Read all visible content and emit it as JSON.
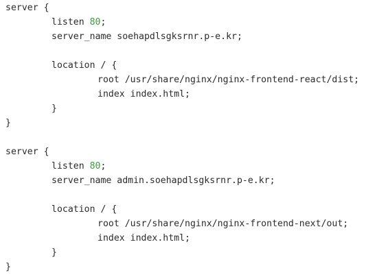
{
  "blocks": [
    {
      "open": "server {",
      "listen_keyword": "listen",
      "listen_port": "80",
      "listen_end": ";",
      "server_name_line": "server_name soehapdlsgksrnr.p-e.kr;",
      "location_open": "location / {",
      "root_line": "root /usr/share/nginx/nginx-frontend-react/dist;",
      "index_line": "index index.html;",
      "location_close": "}",
      "close": "}"
    },
    {
      "open": "server {",
      "listen_keyword": "listen",
      "listen_port": "80",
      "listen_end": ";",
      "server_name_line": "server_name admin.soehapdlsgksrnr.p-e.kr;",
      "location_open": "location / {",
      "root_line": "root /usr/share/nginx/nginx-frontend-next/out;",
      "index_line": "index index.html;",
      "location_close": "}",
      "close": "}"
    }
  ],
  "colors": {
    "text": "#2b2b2b",
    "number": "#3f9a3f",
    "background": "#ffffff"
  }
}
